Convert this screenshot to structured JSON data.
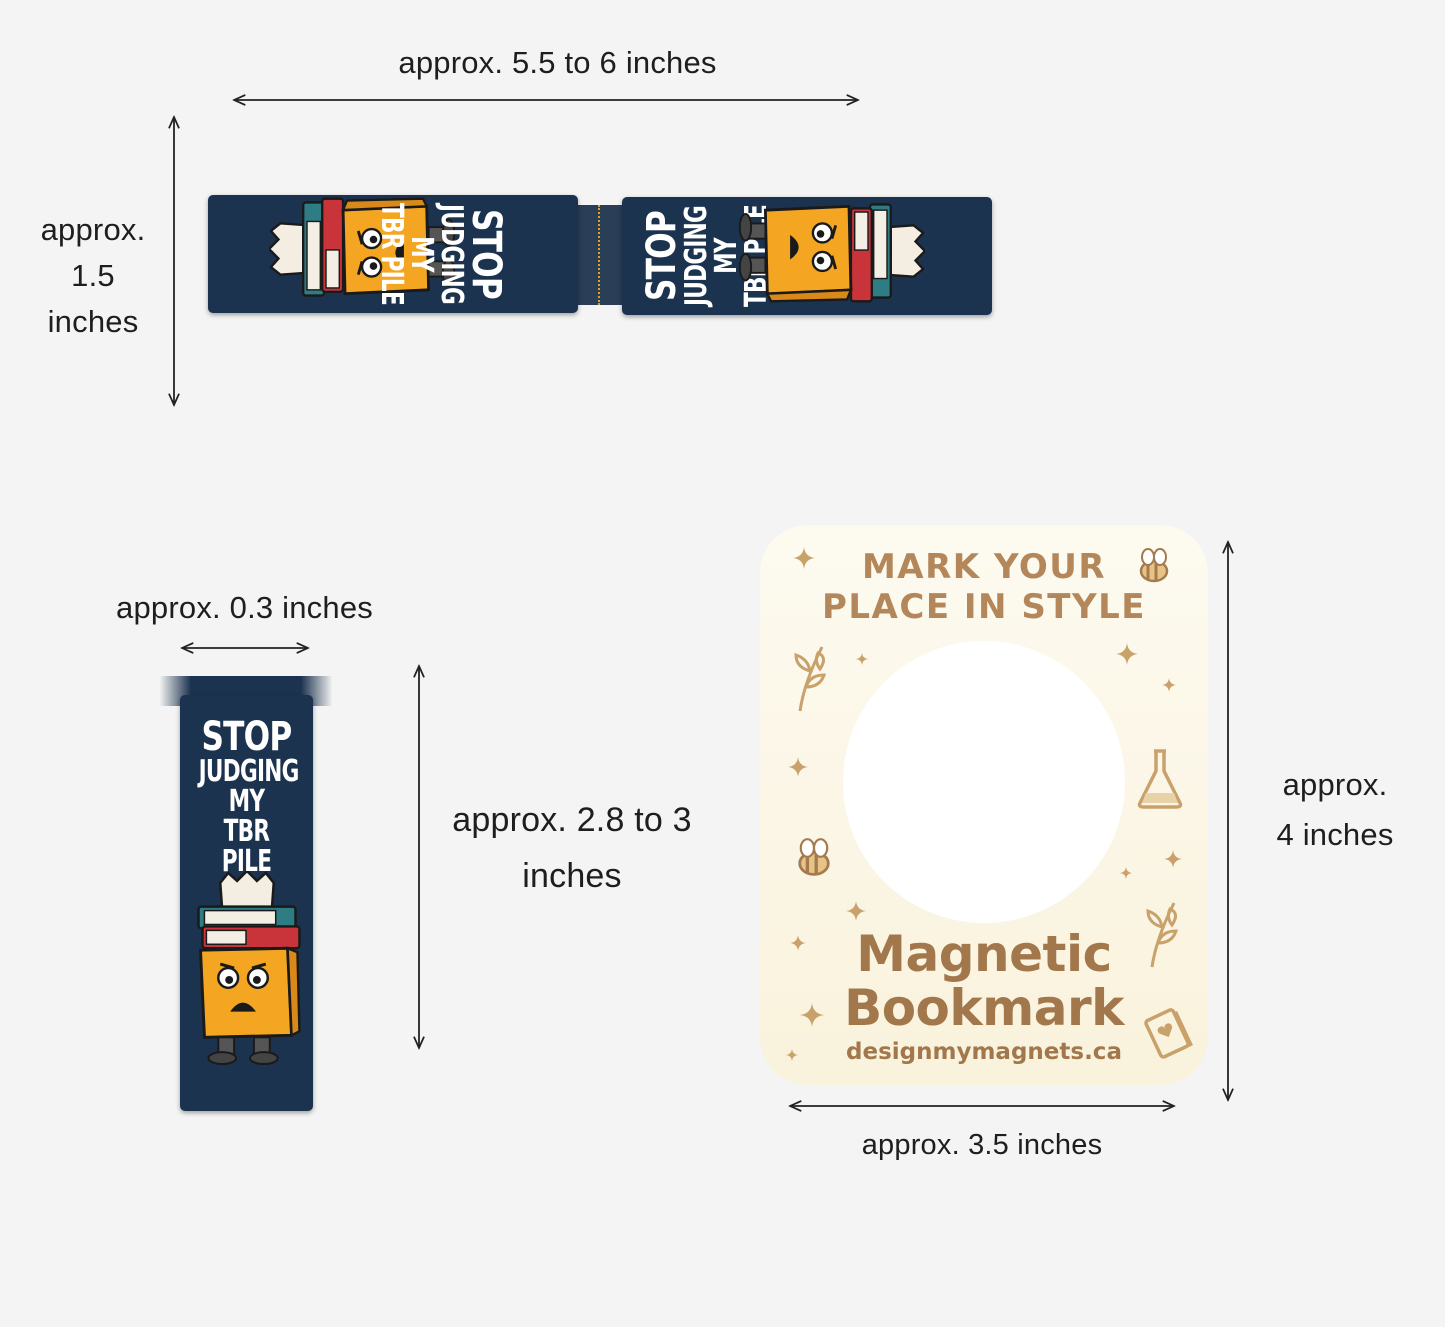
{
  "dimensions": {
    "top_width": "approx. 5.5 to 6 inches",
    "top_height_line1": "approx.",
    "top_height_line2": "1.5",
    "top_height_line3": "inches",
    "folded_width": "approx. 0.3 inches",
    "folded_height_line1": "approx. 2.8 to 3",
    "folded_height_line2": "inches",
    "card_height_line1": "approx.",
    "card_height_line2": "4 inches",
    "card_width": "approx. 3.5 inches"
  },
  "bookmark": {
    "line1": "STOP",
    "line2": "JUDGING",
    "line3": "MY",
    "line4": "TBR PILE"
  },
  "card": {
    "title_line1": "MARK YOUR",
    "title_line2": "PLACE IN STYLE",
    "product_line1": "Magnetic",
    "product_line2": "Bookmark",
    "url": "designmymagnets.ca"
  },
  "colors": {
    "navy": "#1c3350",
    "book_orange": "#f4a623",
    "card_gold": "#b4875a"
  },
  "icons": [
    "sparkle-icon",
    "bee-icon",
    "leaf-icon",
    "flask-icon",
    "book-heart-icon",
    "book-character-icon"
  ]
}
